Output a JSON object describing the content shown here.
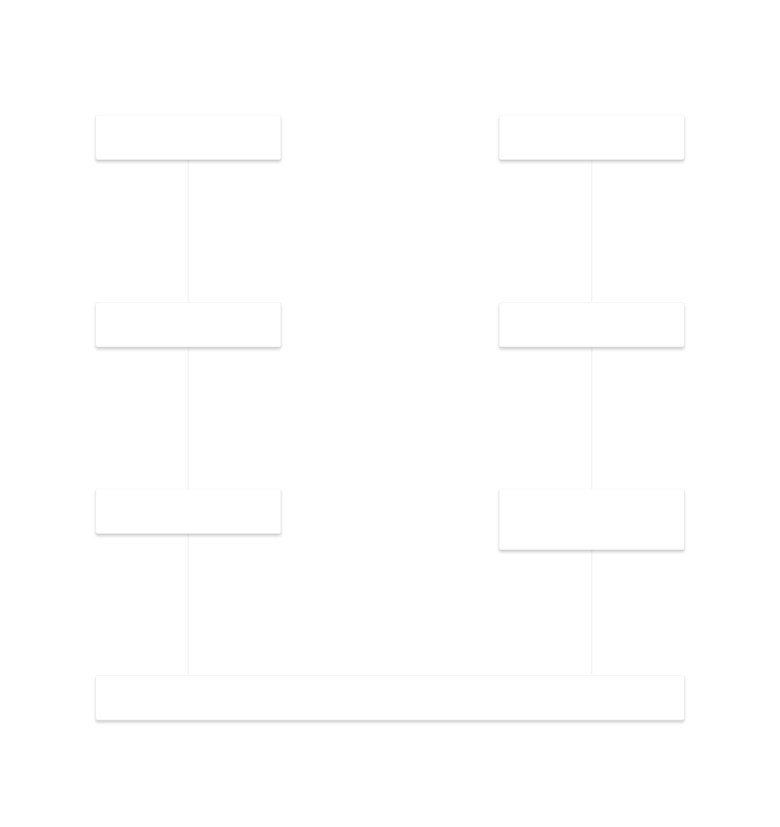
{
  "diagram": {
    "nodes": [
      {
        "id": "n1",
        "label": ""
      },
      {
        "id": "n2",
        "label": ""
      },
      {
        "id": "n3",
        "label": ""
      },
      {
        "id": "n4",
        "label": ""
      },
      {
        "id": "n5",
        "label": ""
      },
      {
        "id": "n6",
        "label": ""
      },
      {
        "id": "n7",
        "label": ""
      }
    ],
    "edges": [
      {
        "from": "n1",
        "to": "n3"
      },
      {
        "from": "n2",
        "to": "n4"
      },
      {
        "from": "n3",
        "to": "n5"
      },
      {
        "from": "n4",
        "to": "n6"
      },
      {
        "from": "n5",
        "to": "n7"
      },
      {
        "from": "n6",
        "to": "n7"
      }
    ],
    "colors": {
      "background": "#ffffff",
      "node_fill": "#ffffff",
      "node_border": "#ededed",
      "label_text": "#ececec",
      "connector": "#f2f2f2"
    }
  }
}
